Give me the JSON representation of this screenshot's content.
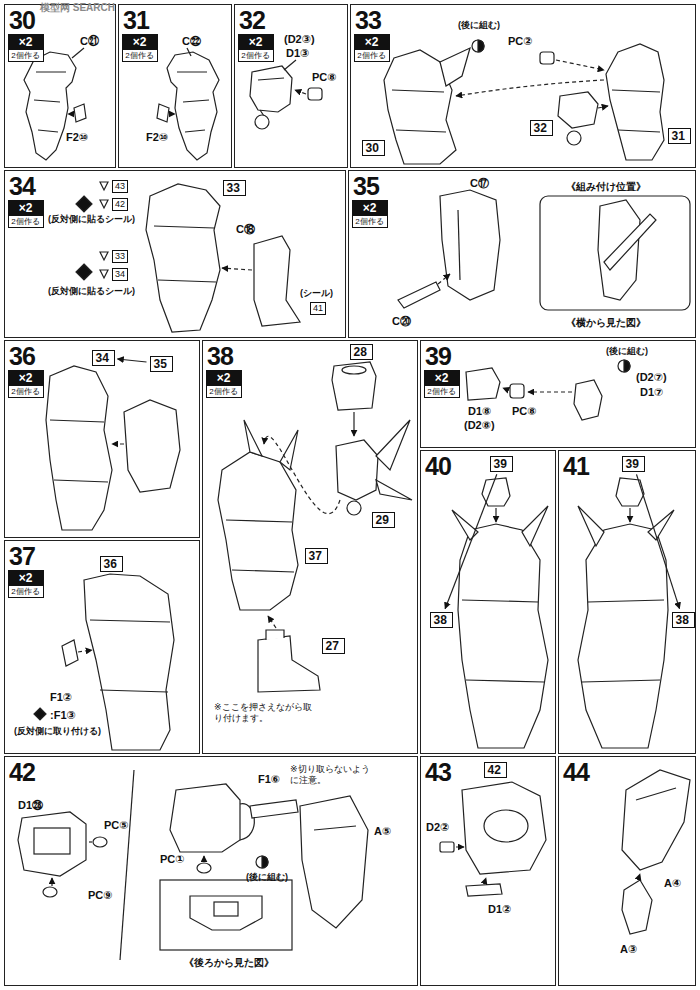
{
  "diagram": {
    "nodes": [
      {
        "text": [
          "30"
        ]
      },
      {
        "text": [
          "×2",
          "2個作る"
        ],
        "in": 0
      },
      {
        "text": [
          "31"
        ]
      },
      {
        "text": [
          "×2",
          "2個作る"
        ],
        "in": 2
      },
      {
        "text": [
          "32"
        ]
      },
      {
        "text": [
          "×2",
          "2個作る"
        ],
        "in": 4
      },
      {
        "text": [
          "33"
        ]
      },
      {
        "text": [
          "×2",
          "2個作る"
        ],
        "in": 6
      },
      {
        "text": [
          "30"
        ],
        "in": 6
      },
      {
        "text": [
          "31"
        ],
        "in": 6
      },
      {
        "text": [
          "32"
        ],
        "in": 6
      },
      {
        "text": [
          "34"
        ]
      },
      {
        "text": [
          "×2",
          "2個作る"
        ],
        "in": 11
      },
      {
        "text": [
          "33"
        ],
        "in": 11
      },
      {
        "text": [
          "35"
        ]
      },
      {
        "text": [
          "×2",
          "2個作る"
        ],
        "in": 14
      },
      {
        "text": [
          "36"
        ]
      },
      {
        "text": [
          "×2",
          "2個作る"
        ],
        "in": 16
      },
      {
        "text": [
          "34"
        ],
        "in": 16
      },
      {
        "text": [
          "35"
        ],
        "in": 16
      },
      {
        "text": [
          "37"
        ]
      },
      {
        "text": [
          "×2",
          "2個作る"
        ],
        "in": 20
      },
      {
        "text": [
          "36"
        ],
        "in": 20
      },
      {
        "text": [
          "38"
        ]
      },
      {
        "text": [
          "×2",
          "2個作る"
        ],
        "in": 23
      },
      {
        "text": [
          "28"
        ],
        "in": 23
      },
      {
        "text": [
          "29"
        ],
        "in": 23
      },
      {
        "text": [
          "37"
        ],
        "in": 23
      },
      {
        "text": [
          "27"
        ],
        "in": 23
      },
      {
        "text": [
          "39"
        ]
      },
      {
        "text": [
          "×2",
          "2個作る"
        ],
        "in": 29
      },
      {
        "text": [
          "40"
        ]
      },
      {
        "text": [
          "39"
        ],
        "in": 31
      },
      {
        "text": [
          "38"
        ],
        "in": 31
      },
      {
        "text": [
          "41"
        ]
      },
      {
        "text": [
          "39"
        ],
        "in": 34
      },
      {
        "text": [
          "38"
        ],
        "in": 34
      },
      {
        "text": [
          "42"
        ]
      },
      {
        "text": [
          "43"
        ]
      },
      {
        "text": [
          "42"
        ],
        "in": 38
      },
      {
        "text": [
          "44"
        ]
      }
    ],
    "edges": [
      {
        "from": 19,
        "to": 18,
        "arrow": "to"
      },
      {
        "from": 32,
        "to": 33,
        "arrow": "to"
      },
      {
        "from": 35,
        "to": 36,
        "arrow": "to"
      }
    ],
    "labels": [
      "模型网 SEARCH",
      "C㉑",
      "F2⑩",
      "C㉒",
      "F2⑩",
      "(D2③)",
      "D1③",
      "PC⑧",
      "(後に組む)",
      "PC②",
      "43",
      "42",
      "(反対側に貼るシール)",
      "33",
      "34",
      "(反対側に貼るシール)",
      "C⑱",
      "(シール)",
      "41",
      "C⑰",
      "《組み付け位置》",
      "《横から見た図》",
      "C⑳",
      "F1②",
      ":F1③",
      "(反対側に取り付ける)",
      "※ここを押さえながら取り付けます。",
      "(後に組む)",
      "(D2⑦)",
      "D1⑦",
      "D1⑧",
      "(D2⑧)",
      "PC⑧",
      "D1㉘",
      "PC⑤",
      "PC⑨",
      "F1⑥",
      "※切り取らないように注意。",
      "PC①",
      "(後に組む)",
      "A⑤",
      "《後ろから見た図》",
      "D2②",
      "D1②",
      "A④",
      "A③"
    ]
  }
}
